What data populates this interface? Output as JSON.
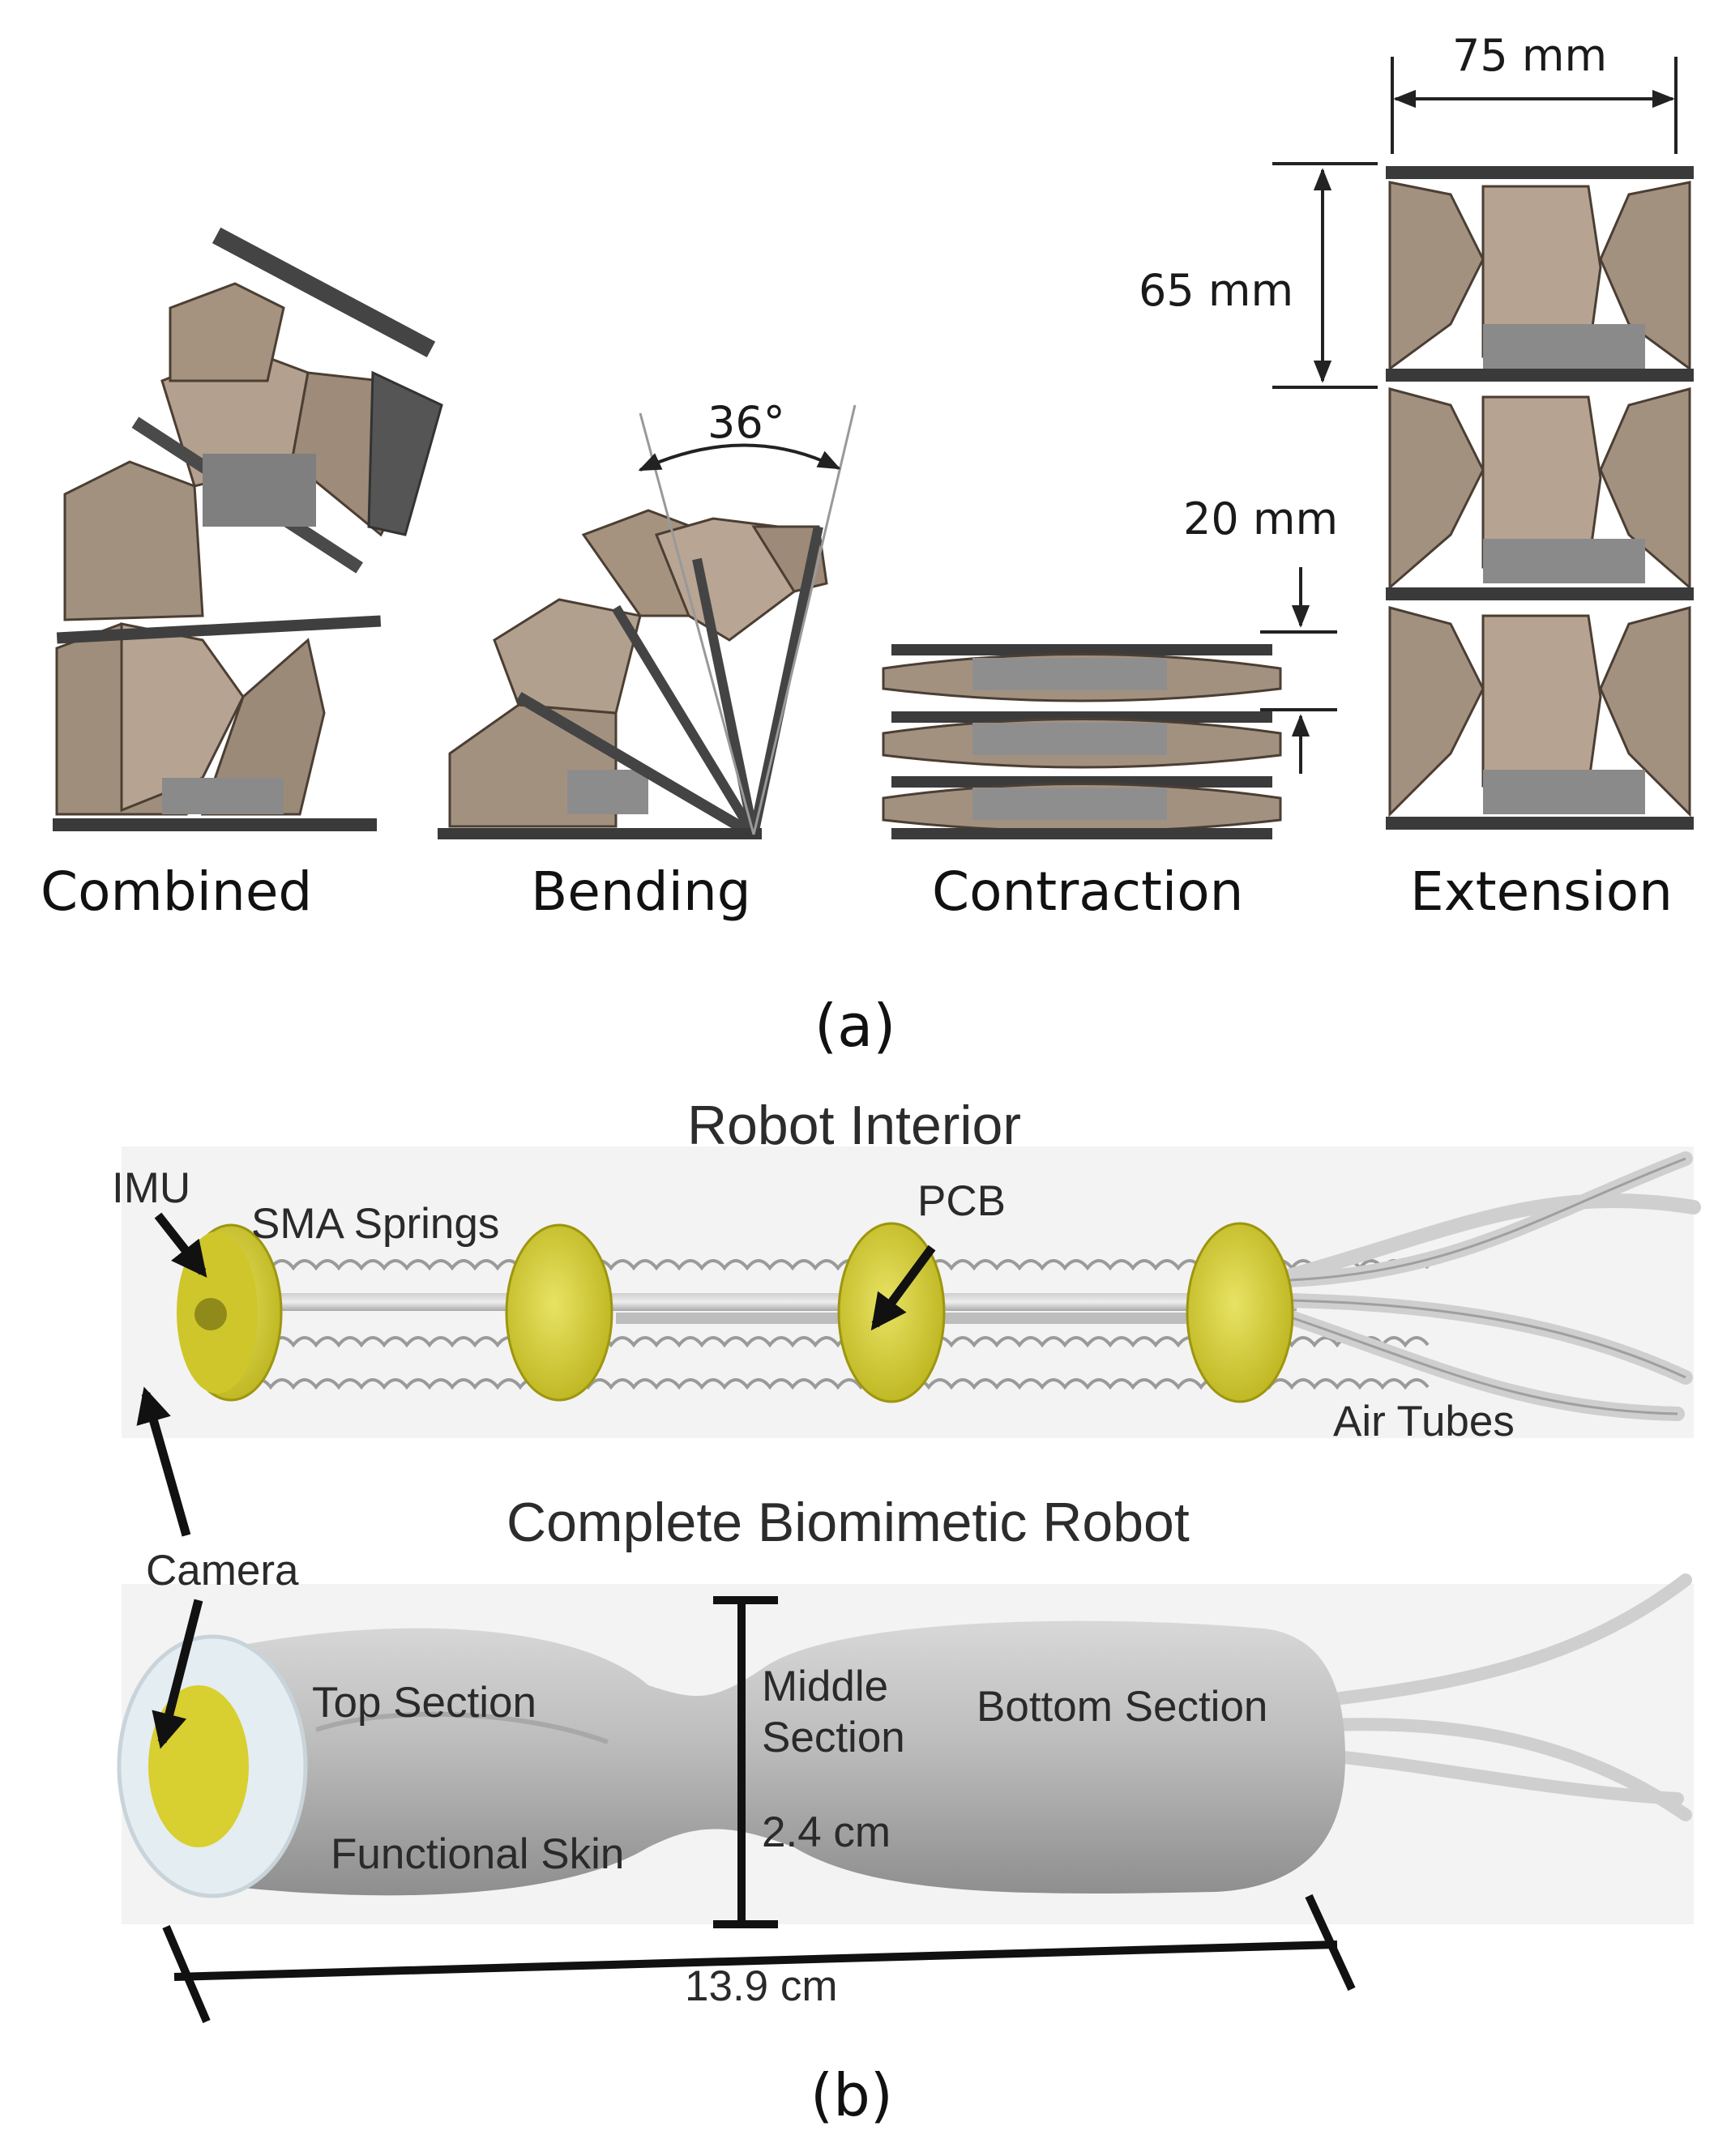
{
  "panel_a": {
    "caption": "(a)",
    "module_labels": {
      "combined": "Combined",
      "bending": "Bending",
      "contraction": "Contraction",
      "extension": "Extension"
    },
    "dimensions": {
      "width": "75 mm",
      "height": "65 mm",
      "gap": "20 mm",
      "angle": "36°"
    }
  },
  "panel_b": {
    "caption": "(b)",
    "interior_title": "Robot Interior",
    "complete_title": "Complete Biomimetic Robot",
    "interior_labels": {
      "imu": "IMU",
      "sma_springs": "SMA Springs",
      "pcb": "PCB",
      "air_tubes": "Air Tubes"
    },
    "camera": "Camera",
    "body_labels": {
      "top_section": "Top Section",
      "functional_skin": "Functional Skin",
      "middle_section_1": "Middle",
      "middle_section_2": "Section",
      "bottom_section": "Bottom Section",
      "diameter": "2.4 cm",
      "length": "13.9 cm"
    }
  },
  "colors": {
    "panel_tan": "#9c8a78",
    "panel_light": "#b8a593",
    "plate_dark": "#3a3a3a",
    "yellow_disc": "#d9d23a",
    "skin_gray": "#b4b4b4"
  }
}
